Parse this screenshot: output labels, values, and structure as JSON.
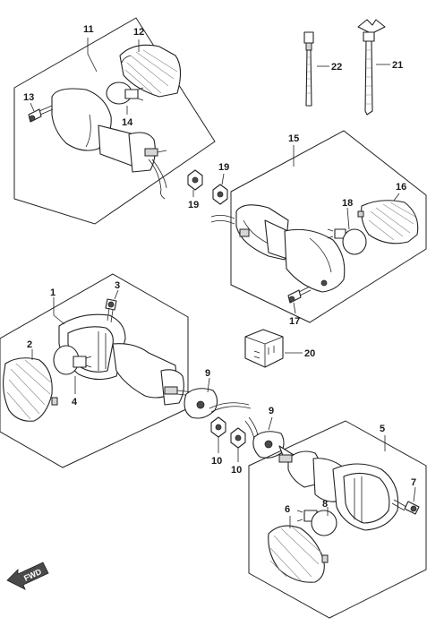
{
  "diagram": {
    "direction_label": "FWD",
    "callouts": {
      "p1": "1",
      "p2": "2",
      "p3": "3",
      "p4": "4",
      "p5": "5",
      "p6": "6",
      "p7": "7",
      "p8": "8",
      "p9a": "9",
      "p9b": "9",
      "p10a": "10",
      "p10b": "10",
      "p11": "11",
      "p12": "12",
      "p13": "13",
      "p14": "14",
      "p15": "15",
      "p16": "16",
      "p17": "17",
      "p18": "18",
      "p19a": "19",
      "p19b": "19",
      "p20": "20",
      "p21": "21",
      "p22": "22"
    }
  }
}
